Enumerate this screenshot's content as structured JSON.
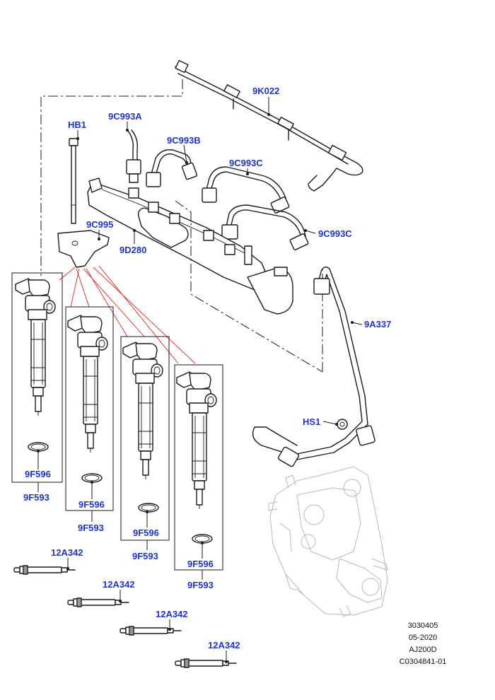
{
  "diagram": {
    "callouts": {
      "fuel_rail_harness": "9K022",
      "injector_pipe_1": "9C993A",
      "injector_pipe_2": "9C993B",
      "injector_pipe_3": "9C993C",
      "injector_pipe_4": "9C993C",
      "hold_bolt": "HB1",
      "injector_clamp": "9C995",
      "fuel_rail": "9D280",
      "supply_pipe": "9A337",
      "pipe_bolt": "HS1",
      "injector_1_seal": "9F596",
      "injector_1": "9F593",
      "injector_2_seal": "9F596",
      "injector_2": "9F593",
      "injector_3_seal": "9F596",
      "injector_3": "9F593",
      "injector_4_seal": "9F596",
      "injector_4": "9F593",
      "glow_plug_1": "12A342",
      "glow_plug_2": "12A342",
      "glow_plug_3": "12A342",
      "glow_plug_4": "12A342"
    },
    "footer": {
      "line1": "3030405",
      "line2": "05-2020",
      "line3": "AJ200D",
      "line4": "C0304841-01"
    },
    "colors": {
      "callout": "#1f33c9",
      "line": "#1a1a1a",
      "fan_lines": "#e02020",
      "ghost_pump": "#b8b8b8"
    }
  }
}
